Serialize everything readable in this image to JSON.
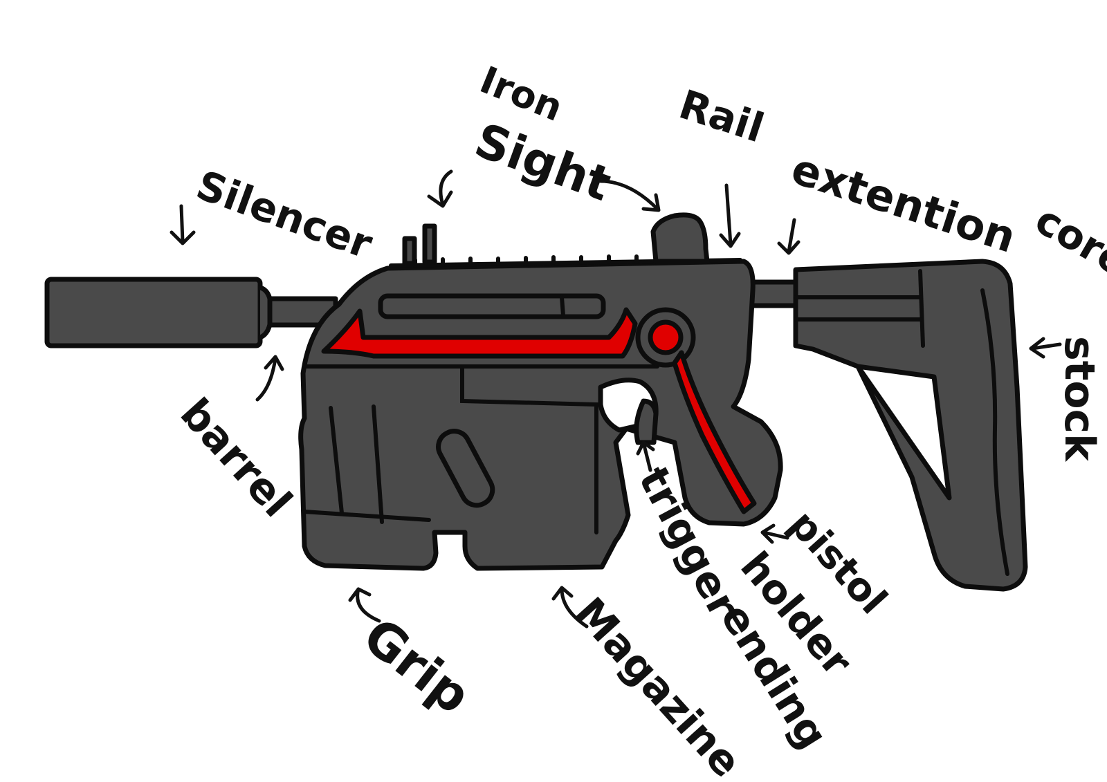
{
  "colors": {
    "body": "#4a4a4a",
    "outline": "#0d0d0d",
    "accent": "#e00000",
    "label": "#111111",
    "background": "#ffffff"
  },
  "labels": {
    "silencer": "Silencer",
    "iron_sight_line1": "Iron",
    "iron_sight_line2": "Sight",
    "rail": "Rail",
    "extension": "extention",
    "core": "core",
    "stock": "stock",
    "barrel": "barrel",
    "grip": "Grip",
    "magazine": "Magazine",
    "trigger_line1": "trigger",
    "trigger_line2": "ending",
    "pistol_line1": "pistol",
    "pistol_line2": "holder"
  }
}
